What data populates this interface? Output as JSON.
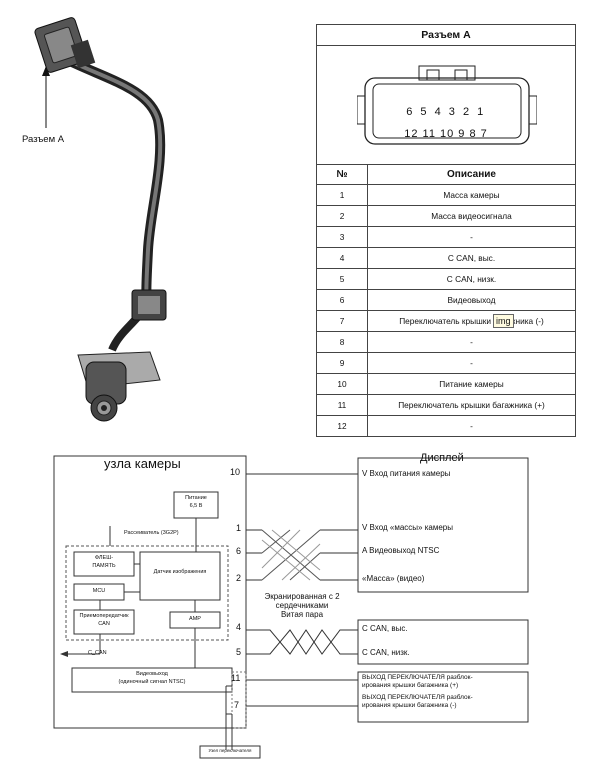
{
  "photo": {
    "label": "Разъем A"
  },
  "connector": {
    "title": "Разъем A",
    "top_pins": "6 5 4 3 2 1",
    "bottom_pins": "12 11 10 9 8 7"
  },
  "table": {
    "header_num": "№",
    "header_desc": "Описание",
    "rows": [
      {
        "num": "1",
        "desc": "Масса камеры"
      },
      {
        "num": "2",
        "desc": "Масса видеосигнала"
      },
      {
        "num": "3",
        "desc": "-"
      },
      {
        "num": "4",
        "desc": "C CAN, выс."
      },
      {
        "num": "5",
        "desc": "C CAN, низк."
      },
      {
        "num": "6",
        "desc": "Видеовыход"
      },
      {
        "num": "7",
        "desc": "Переключатель крышки багажника (-)"
      },
      {
        "num": "8",
        "desc": "-"
      },
      {
        "num": "9",
        "desc": "-"
      },
      {
        "num": "10",
        "desc": "Питание камеры"
      },
      {
        "num": "11",
        "desc": "Переключатель крышки багажника (+)"
      },
      {
        "num": "12",
        "desc": "-"
      }
    ],
    "img_badge": "img"
  },
  "schematic": {
    "camera_title": "узла камеры",
    "power": "Питание\n6,5 В",
    "scatter": "Рассеиватель (3G2P)",
    "flash": "ФЛЕШ-\nПАМЯТЬ",
    "sensor": "Датчик изображения",
    "mcu": "MCU",
    "can_tx": "Приемопередатчик\nCAN",
    "amp": "AMP",
    "c_can": "C_CAN",
    "video_out": "Видеовыход\n(одиночный сигнал NTSC)",
    "pins": [
      "10",
      "1",
      "6",
      "2",
      "4",
      "5",
      "11",
      "7"
    ],
    "display_title": "Дисплей",
    "disp_power": "V Вход питания камеры",
    "disp_ground": "V Вход «массы» камеры",
    "disp_video": "A Видеовыход NTSC",
    "disp_vground": "«Масса» (видео)",
    "shield_note": "Экранированная с 2\nсердечниками\nВитая пара",
    "can_high": "C CAN, выс.",
    "can_low": "C CAN, низк.",
    "switch_plus": "ВЫХОД ПЕРЕКЛЮЧАТЕЛЯ разблок-\nирования крышки багажника (+)",
    "switch_minus": "ВЫХОД ПЕРЕКЛЮЧАТЕЛЯ разблок-\nирования крышки багажника (-)",
    "switch_node": "Узел переключателя"
  }
}
